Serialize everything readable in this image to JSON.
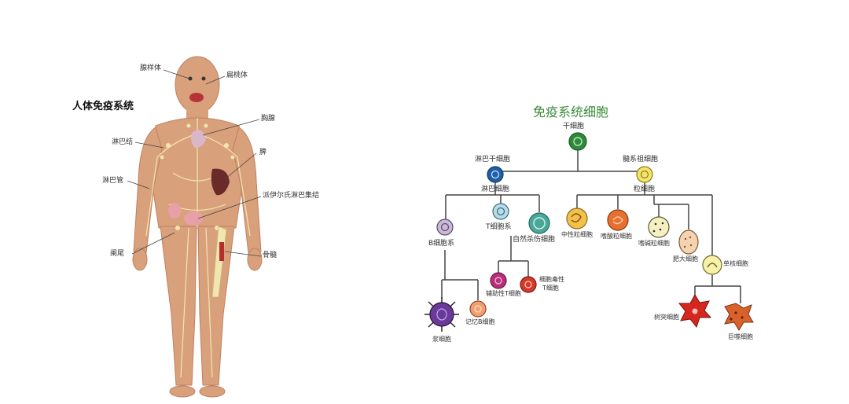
{
  "body_diagram": {
    "title": "人体免疫系统",
    "labels": {
      "adenoid": "腺样体",
      "tonsil": "扁桃体",
      "thymus": "胸腺",
      "lymph_node": "淋巴结",
      "spleen": "脾",
      "lymph_vessel": "淋巴管",
      "peyer": "派伊尔氏淋巴集结",
      "appendix": "阑尾",
      "bone_marrow": "骨髓"
    }
  },
  "cell_tree": {
    "title": "免疫系统细胞",
    "stem": "干细胞",
    "lymphoid_stem": "淋巴干细胞",
    "myeloid_stem": "髓系祖细胞",
    "lymphocyte": "淋巴细胞",
    "granulocyte": "粒细胞",
    "b_cell": "B细胞系",
    "t_cell": "T细胞系",
    "nk_cell": "自然杀伤细胞",
    "helper_t": "辅助性T细胞",
    "cytotoxic_t_line1": "细胞毒性",
    "cytotoxic_t_line2": "T细胞",
    "plasma": "浆细胞",
    "memory_b": "记忆B细胞",
    "neutrophil": "中性粒细胞",
    "eosinophil": "嗜酸粒细胞",
    "basophil": "嗜碱粒细胞",
    "mast": "肥大细胞",
    "monocyte": "单核细胞",
    "dendritic": "树突细胞",
    "macrophage": "巨噬细胞"
  },
  "colors": {
    "skin": "#d9a07c",
    "skin_edge": "#c08060",
    "lymph": "#f2e6b0",
    "line": "#444444",
    "stem": "#2e8b3a",
    "lymphoid": "#1f5fa8",
    "myeloid": "#f4e46a",
    "b_line": "#c9b9d6",
    "t_line": "#b8dbe8",
    "nk": "#4aa89a",
    "neutrophil": "#f2c14a",
    "eosinophil": "#e8702e",
    "basophil": "#f4f0c0",
    "mast": "#f5d3b0",
    "monocyte": "#f7f0a8",
    "helper_t": "#b8307a",
    "cytotoxic_t": "#d43a2c",
    "plasma": "#6a3a9a",
    "memory_b": "#f2a070",
    "dendritic": "#d6271f",
    "macrophage": "#d9622a"
  }
}
